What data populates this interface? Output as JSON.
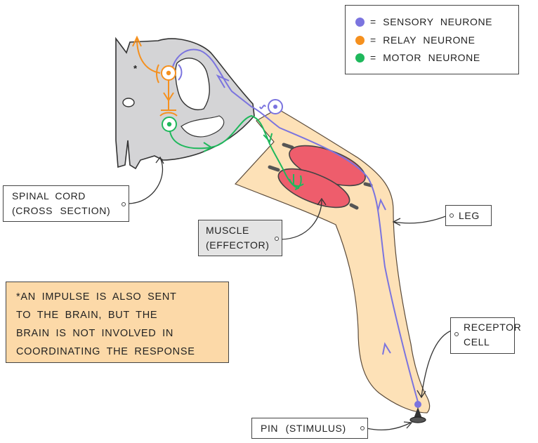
{
  "legend": {
    "items": [
      {
        "label": "= SENSORY NEURONE",
        "color": "#7b74df"
      },
      {
        "label": "= RELAY NEURONE",
        "color": "#f5901e"
      },
      {
        "label": "= MOTOR NEURONE",
        "color": "#1fb85c"
      }
    ]
  },
  "labels": {
    "spinal_cord": [
      "SPINAL CORD",
      "(CROSS SECTION)"
    ],
    "muscle": [
      "MUSCLE",
      "(EFFECTOR)"
    ],
    "leg": "LEG",
    "receptor": [
      "RECEPTOR",
      "CELL"
    ],
    "pin": "PIN (STIMULUS)",
    "asterisk": "*"
  },
  "note": {
    "lines": [
      "*AN IMPULSE IS ALSO SENT",
      "TO THE BRAIN, BUT THE",
      "BRAIN IS NOT INVOLVED IN",
      "COORDINATING THE RESPONSE"
    ]
  },
  "colors": {
    "cord": "#d4d4d6",
    "leg": "#fde1b7",
    "muscle": "#ee5d6c",
    "sensory": "#7b74df",
    "relay": "#f5901e",
    "motor": "#1fb85c"
  }
}
